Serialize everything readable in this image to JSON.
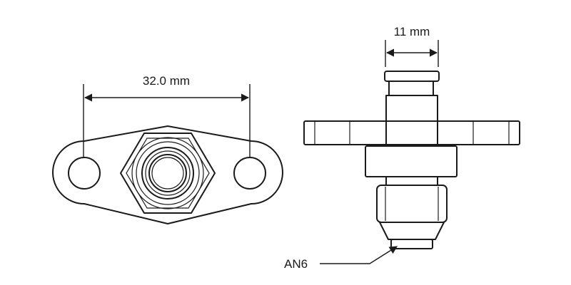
{
  "dimensions": {
    "width_label": "32.0 mm",
    "height_label": "11 mm"
  },
  "callouts": {
    "fitting_label": "AN6"
  },
  "colors": {
    "line": "#1a1a1a",
    "background": "#ffffff"
  }
}
